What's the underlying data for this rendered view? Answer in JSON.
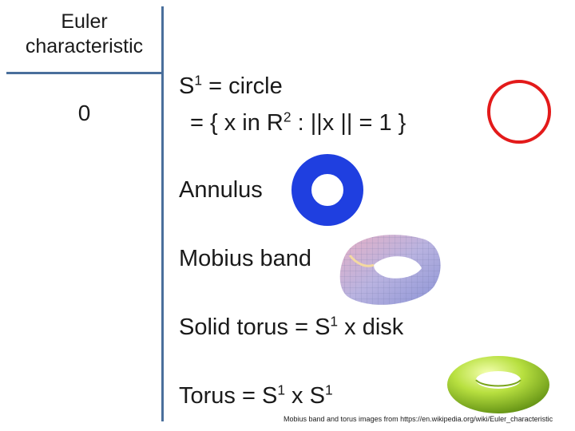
{
  "header": {
    "line1": "Euler",
    "line2": "characteristic"
  },
  "row": {
    "euler_value": "0"
  },
  "items": {
    "circle": {
      "label_a": "S",
      "sup_a": "1",
      "label_b": " = circle",
      "line2_a": "= { x in R",
      "line2_sup": "2",
      "line2_b": " :  ||x || = 1 }"
    },
    "annulus": {
      "label": "Annulus"
    },
    "mobius": {
      "label": "Mobius band"
    },
    "solid_torus": {
      "label_a": "Solid torus = S",
      "sup": "1",
      "label_b": " x disk"
    },
    "torus": {
      "label_a": "Torus = S",
      "sup1": "1",
      "label_b": " x S",
      "sup2": "1"
    }
  },
  "caption": "Mobius band and  torus images from https://en.wikipedia.org/wiki/Euler_characteristic",
  "colors": {
    "rule": "#4a6f9c",
    "circle": "#e31a1a",
    "annulus": "#1f3fe0",
    "torus": "#9ccc2a",
    "mobius": "#b6aed6"
  }
}
